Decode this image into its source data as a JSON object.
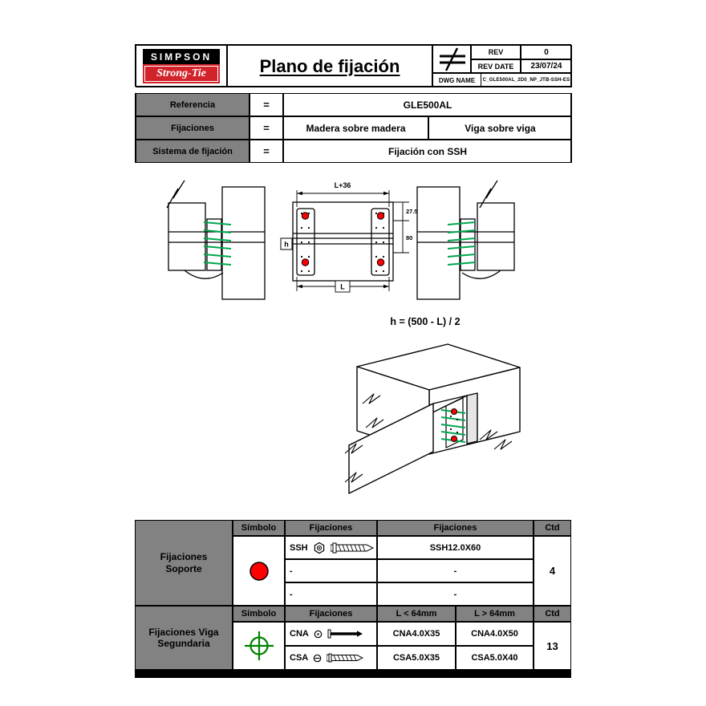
{
  "header": {
    "logo_line1": "SIMPSON",
    "logo_line2": "Strong-Tie",
    "title": "Plano de fijación",
    "rev_label": "REV",
    "rev_value": "0",
    "rev_date_label": "REV DATE",
    "rev_date_value": "23/07/24",
    "dwg_name_label": "DWG NAME",
    "dwg_name_value": "C_GLE500AL_2D0_NP_JTB-SSH-ES"
  },
  "reference_table": {
    "row1_label": "Referencia",
    "row2_label": "Fijaciones",
    "row3_label": "Sistema de fijación",
    "eq": "=",
    "row1_value": "GLE500AL",
    "row2_value1": "Madera sobre madera",
    "row2_value2": "Viga sobre viga",
    "row3_value": "Fijación con SSH"
  },
  "drawing": {
    "dim_top": "L+36",
    "dim_right_top": "27.5",
    "dim_right_bottom": "80",
    "dim_left": "h",
    "dim_bottom": "L",
    "formula": "h = (500 - L) / 2"
  },
  "support_table": {
    "row_label": "Fijaciones Soporte",
    "col_simbolo": "Símbolo",
    "col_fijaciones1": "Fijaciones",
    "col_fijaciones2": "Fijaciones",
    "col_ctd": "Ctd",
    "rows": [
      {
        "name": "SSH",
        "size": "SSH12.0X60"
      },
      {
        "name": "-",
        "size": "-"
      },
      {
        "name": "-",
        "size": "-"
      }
    ],
    "qty": "4"
  },
  "beam_table": {
    "row_label": "Fijaciones Viga Segundaria",
    "col_simbolo": "Símbolo",
    "col_fijaciones": "Fijaciones",
    "col_small": "L < 64mm",
    "col_large": "L > 64mm",
    "col_ctd": "Ctd",
    "rows": [
      {
        "name": "CNA",
        "size_small": "CNA4.0X35",
        "size_large": "CNA4.0X50"
      },
      {
        "name": "CSA",
        "size_small": "CSA5.0X35",
        "size_large": "CSA5.0X40"
      }
    ],
    "qty": "13"
  },
  "colors": {
    "logo_red": "#d2232a",
    "symbol_red": "#ff0000",
    "screw_green": "#00a651",
    "crosshair_green": "#008000",
    "header_gray": "#828282"
  }
}
